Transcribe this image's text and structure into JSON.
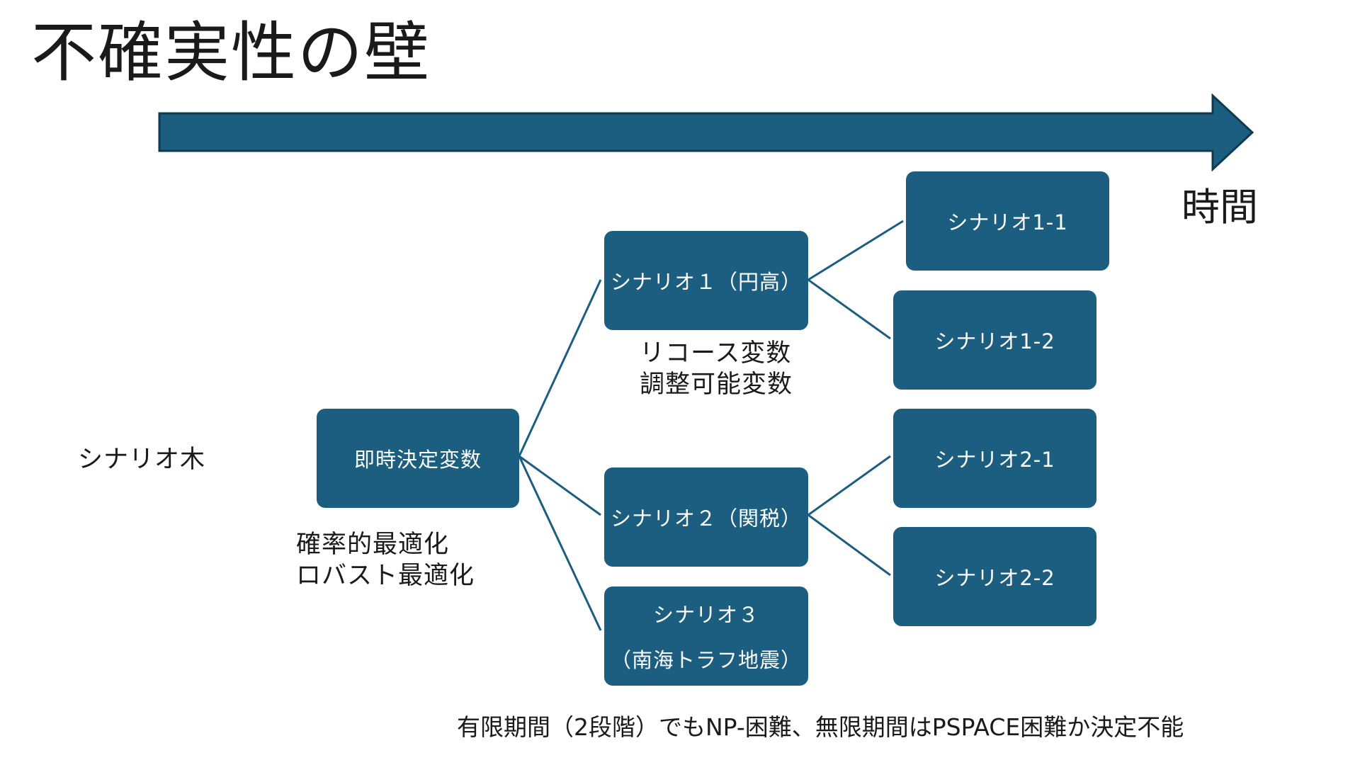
{
  "title": "不確実性の壁",
  "timeline": {
    "label": "時間"
  },
  "left_label": "シナリオ木",
  "root_box": "即時決定変数",
  "root_notes": [
    "確率的最適化",
    "ロバスト最適化"
  ],
  "stage1": {
    "scenario1": "シナリオ１（円高）",
    "scenario2": "シナリオ２（関税）",
    "scenario3_line1": "シナリオ３",
    "scenario3_line2": "（南海トラフ地震）"
  },
  "stage1_notes": [
    "リコース変数",
    "調整可能変数"
  ],
  "stage2": {
    "s1_1": "シナリオ1-1",
    "s1_2": "シナリオ1-2",
    "s2_1": "シナリオ2-1",
    "s2_2": "シナリオ2-2"
  },
  "footer": "有限期間（2段階）でもNP-困難、無限期間はPSPACE困難か決定不能",
  "colors": {
    "box_fill": "#1b5e80",
    "arrow_fill": "#1b5e80",
    "connector": "#1b5e80"
  }
}
